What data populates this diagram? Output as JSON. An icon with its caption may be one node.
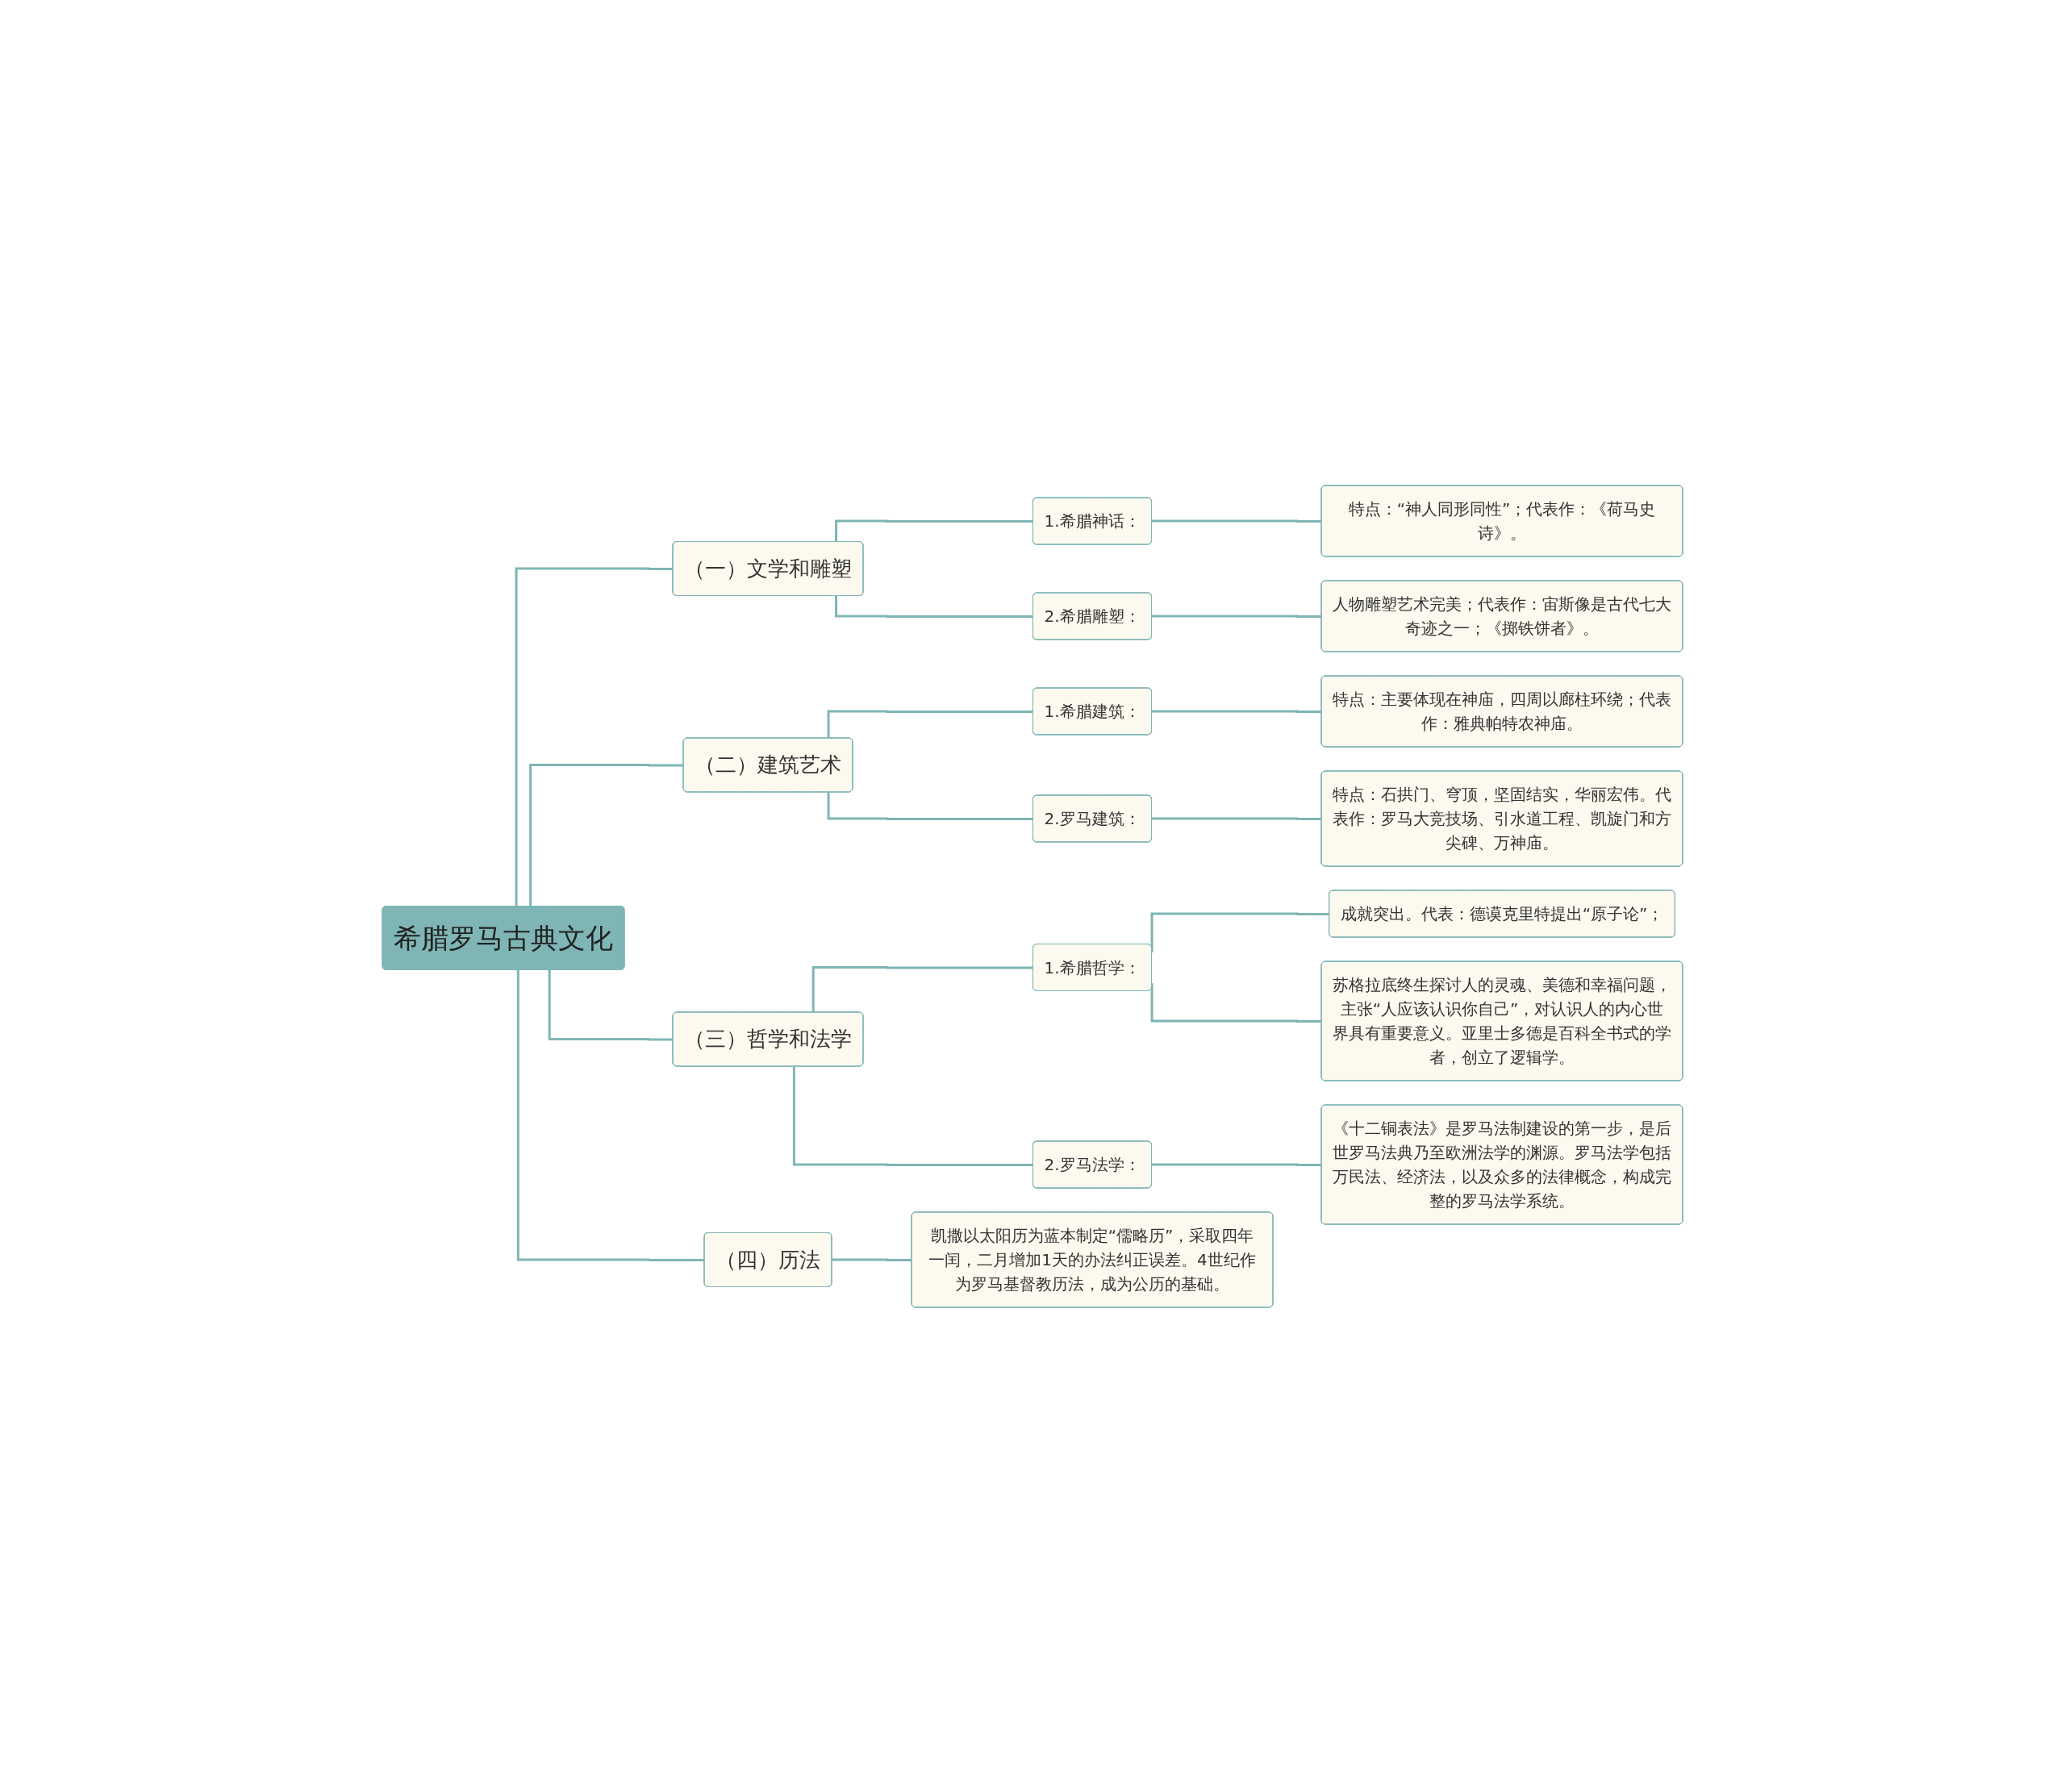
{
  "diagram": {
    "nodes": [
      {
        "text": [
          "希腊罗马古典文化"
        ]
      },
      {
        "text": [
          "（一）文学和雕塑"
        ]
      },
      {
        "text": [
          "1.希腊神话："
        ]
      },
      {
        "text": [
          "特点：“神人同形同性”；代表作：《荷马史诗》。"
        ]
      },
      {
        "text": [
          "2.希腊雕塑："
        ]
      },
      {
        "text": [
          "人物雕塑艺术完美；代表作：宙斯像是古代七大奇迹之一；《掷铁饼者》。"
        ]
      },
      {
        "text": [
          "（二）建筑艺术"
        ]
      },
      {
        "text": [
          "1.希腊建筑："
        ]
      },
      {
        "text": [
          "特点：主要体现在神庙，四周以廊柱环绕；代表作：雅典帕特农神庙。"
        ]
      },
      {
        "text": [
          "2.罗马建筑："
        ]
      },
      {
        "text": [
          "特点：石拱门、穹顶，坚固结实，华丽宏伟。代表作：罗马大竞技场、引水道工程、凯旋门和方尖碑、万神庙。"
        ]
      },
      {
        "text": [
          "（三）哲学和法学"
        ]
      },
      {
        "text": [
          "1.希腊哲学："
        ]
      },
      {
        "text": [
          "成就突出。代表：德谟克里特提出“原子论”；"
        ]
      },
      {
        "text": [
          "苏格拉底终生探讨人的灵魂、美德和幸福问题，主张“人应该认识你自己”，对认识人的内心世界具有重要意义。亚里士多德是百科全书式的学者，创立了逻辑学。"
        ]
      },
      {
        "text": [
          "2.罗马法学："
        ]
      },
      {
        "text": [
          "《十二铜表法》是罗马法制建设的第一步，是后世罗马法典乃至欧洲法学的渊源。罗马法学包括万民法、经济法，以及众多的法律概念，构成完整的罗马法学系统。"
        ]
      },
      {
        "text": [
          "（四）历法"
        ]
      },
      {
        "text": [
          "凯撒以太阳历为蓝本制定“儒略历”，采取四年一闰，二月增加1天的办法纠正误差。4世纪作为罗马基督教历法，成为公历的基础。"
        ]
      }
    ],
    "edges": [
      {
        "from": 0,
        "to": 1,
        "arrow": "none"
      },
      {
        "from": 1,
        "to": 2,
        "arrow": "none"
      },
      {
        "from": 2,
        "to": 3,
        "arrow": "none"
      },
      {
        "from": 1,
        "to": 4,
        "arrow": "none"
      },
      {
        "from": 4,
        "to": 5,
        "arrow": "none"
      },
      {
        "from": 0,
        "to": 6,
        "arrow": "none"
      },
      {
        "from": 6,
        "to": 7,
        "arrow": "none"
      },
      {
        "from": 7,
        "to": 8,
        "arrow": "none"
      },
      {
        "from": 6,
        "to": 9,
        "arrow": "none"
      },
      {
        "from": 9,
        "to": 10,
        "arrow": "none"
      },
      {
        "from": 0,
        "to": 11,
        "arrow": "none"
      },
      {
        "from": 11,
        "to": 12,
        "arrow": "none"
      },
      {
        "from": 12,
        "to": 13,
        "arrow": "none"
      },
      {
        "from": 12,
        "to": 14,
        "arrow": "none"
      },
      {
        "from": 11,
        "to": 15,
        "arrow": "none"
      },
      {
        "from": 15,
        "to": 16,
        "arrow": "none"
      },
      {
        "from": 0,
        "to": 17,
        "arrow": "none"
      },
      {
        "from": 17,
        "to": 18,
        "arrow": "none"
      }
    ]
  }
}
